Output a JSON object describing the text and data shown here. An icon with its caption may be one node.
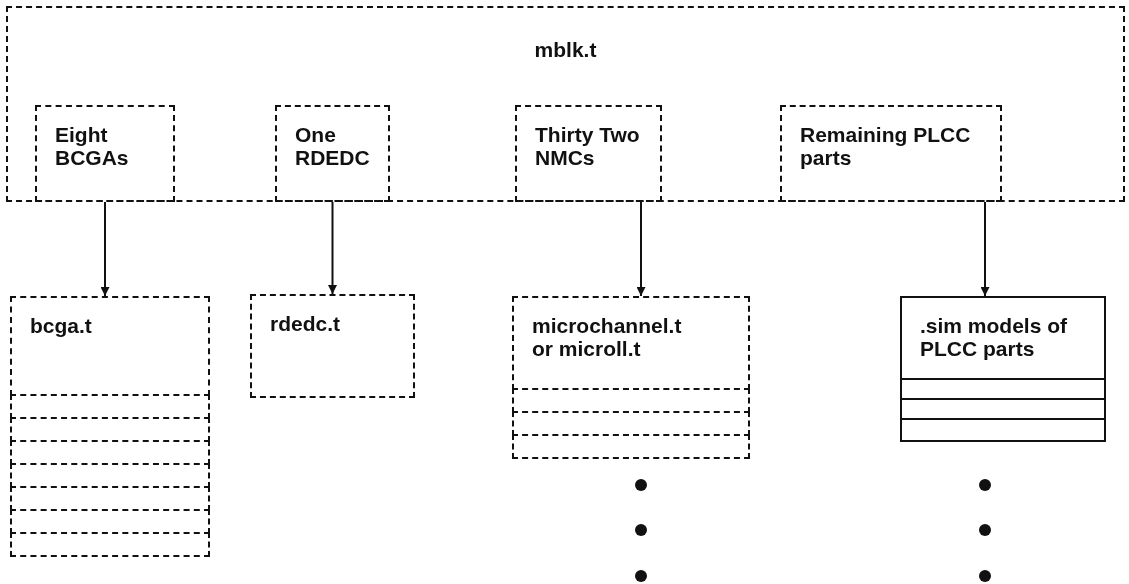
{
  "diagram": {
    "nodes": [
      {
        "text": [
          "mblk.t"
        ]
      },
      {
        "text": [
          "Eight BCGAs"
        ],
        "in": 0
      },
      {
        "text": [
          "One RDEDC"
        ],
        "in": 0
      },
      {
        "text": [
          "Thirty Two NMCs"
        ],
        "in": 0
      },
      {
        "text": [
          "Remaining PLCC parts"
        ],
        "in": 0
      },
      {
        "text": [
          "bcga.t"
        ]
      },
      {
        "text": [
          "rdedc.t"
        ]
      },
      {
        "text": [
          "microchannel.t or microll.t"
        ]
      },
      {
        "text": [
          ".sim models of PLCC parts"
        ]
      }
    ],
    "edges": [
      {
        "from": 1,
        "to": 5,
        "arrow": "to"
      },
      {
        "from": 2,
        "to": 6,
        "arrow": "to"
      },
      {
        "from": 3,
        "to": 7,
        "arrow": "to"
      },
      {
        "from": 4,
        "to": 8,
        "arrow": "to"
      }
    ]
  }
}
